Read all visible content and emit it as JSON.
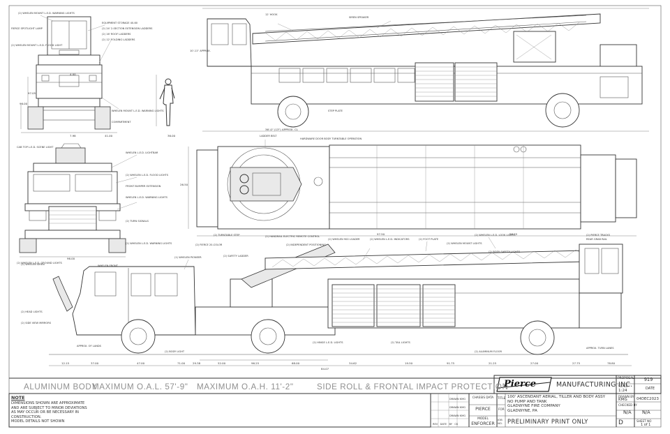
{
  "banners": {
    "body": "ALUMINUM BODY",
    "oal": "MAXIMUM O.A.L. 57'-9\"",
    "oah": "MAXIMUM O.A.H. 11'-2\"",
    "protection": "SIDE ROLL & FRONTAL IMPACT PROTECTION"
  },
  "note": {
    "heading": "NOTE",
    "lines": [
      "DIMENSIONS SHOWN ARE APPROXIMATE",
      "AND ARE SUBJECT TO MINOR DEVIATIONS",
      "AS MAY OCCUR OR BE NECESSARY IN",
      "CONSTRUCTION.",
      "MODEL DETAILS NOT SHOWN"
    ]
  },
  "title_block": {
    "logo": "Pierce",
    "company": "MANUFACTURING INC.",
    "proposal_label": "PROPOSAL",
    "proposal_number": "919",
    "scale_label": "SCALE",
    "scale": "1:24",
    "date_label": "DATE",
    "date": "04DEC2023",
    "drawn_label": "DRAWN BY",
    "drawn_by": "KMG",
    "checked_label": "CHECKED BY",
    "checked_by": "N/A",
    "sheet_label": "SHEET NO",
    "sheet": "1 of 1",
    "size": "D",
    "chassis_label": "CHASSIS DATA",
    "chassis": "PIERCE",
    "model_label": "MODEL",
    "model": "ENFORCER",
    "title_label": "TITLE",
    "title_lines": [
      "100' ASCENDANT AERIAL, TILLER AND BODY ASSY",
      "NO PUMP AND TANK"
    ],
    "for_label": "FOR",
    "customer": "GLADWYNE FIRE COMPANY",
    "location": "GLADWYNE, PA",
    "job_label": "JOB NO.",
    "status": "PRELIMINARY PRINT ONLY",
    "revisions": [
      {
        "rev": "",
        "note": "DRAWN KMG",
        "date": ""
      },
      {
        "rev": "",
        "note": "DRAWN KMG",
        "date": ""
      },
      {
        "rev": "",
        "note": "DRAWN KMG",
        "date": ""
      }
    ],
    "rev_headers": [
      "REV",
      "DATE",
      "BY",
      "CK"
    ]
  },
  "callouts": {
    "top_front_1": "(2) WHELEN MOUNT L.E.D. WARNING LIGHTS",
    "top_front_2": "FIERCE SPOTLIGHT LAMP",
    "top_front_3": "(2) WHELEN MOUNT L.E.D. FLOOD LIGHT",
    "top_front_4": "SIREN SPEAKER",
    "equipment": "EQUIPMENT STORAGE 40-60",
    "ladders": "(2) 24' 2-SECTION EXTENSION LADDERS",
    "side_top_1": "(2) 16' ROOF LADDERS",
    "side_top_2": "(2) 12' FOLDING LADDERS",
    "hose": "12' HOOK",
    "warning_light": "WHELEN MOUNT L.E.D. WARNING LIGHTS",
    "height_note": "10'-11\" APPROX.",
    "step_note": "STEP PLATE",
    "compartment": "COMPARTMENT",
    "front_upper": "CAB TOP L.E.D. SCENE LIGHT",
    "front_light_bar": "WHELEN L.E.D. LIGHTBAR",
    "front_flood": "(2) WHELEN L.E.D. FLOOD LIGHTS",
    "front_pump": "FRONT BUMPER EXTENSION",
    "front_warning": "WHELEN L.E.D. WARNING LIGHTS",
    "front_turn": "(2) TURN SIGNALS",
    "front_lower": "(2) WHELEN L.E.D. WARNING LIGHTS",
    "front_bottom": "(2) WHELEN L.E.D. GROUND LIGHTS",
    "plan_1": "LADDER BELT",
    "plan_2": "HARDWARE DOOR BODY TURNTABLE OPERATION",
    "plan_3": "(2) TURNTABLE STEP",
    "plan_4": "(2) HANDRAIL ELECTRIC REMOTE CONTROL",
    "plan_5": "(2) WHELEN 900 LOADER",
    "plan_6": "(2) WHELEN L.E.D. INDICATORS",
    "plan_7": "(2) FOOT PLATE",
    "plan_8": "(2) WHELEN L.E.D. LOOK LIGHTS",
    "plan_9": "(2) PIERCE TRACKS",
    "lower_1": "(1) WHELEN PIONEER",
    "lower_2": "(2) FIERCE 20-COLOR",
    "lower_3": "(2) SAFETY LADDER",
    "lower_4": "(2) INDEPENDENT POSITIONING",
    "lower_5": "(2) WHELEN SIREN",
    "lower_6": "(2) HEAD LIGHTS",
    "lower_7": "(2) SIDE VIEW MIRRORS",
    "lower_8": "APPROX. OF LANDS",
    "lower_9": "(2) BODY LIGHT",
    "lower_10": "(2) HINGE L.E.D. LIGHTS",
    "lower_11": "(2) TAIL LIGHTS",
    "lower_12": "APPROX. TURN LANES",
    "lower_13": "(2) ALUMINUM FLOOR",
    "lower_14": "(2) WHELEN MOUNT LIGHTS",
    "lower_15": "REAR GRAB RAIL",
    "lower_16": "(2) BODY SAFETY LIGHTS",
    "lower_17": "WHELEN FRONT",
    "dim_total": "36'-0\" (13\") APPROX. CL",
    "dim_a": "12.15",
    "dim_b": "37.00",
    "dim_c": "47.00",
    "dim_d": "71.00",
    "dim_e": "52.00",
    "dim_f": "96.25",
    "dim_g": "68.00",
    "dim_h": "19.50",
    "dim_i": "4.00",
    "dim_j": "7.98",
    "dim_k": "26.50",
    "dim_l": "97.50",
    "dim_m": "96.00",
    "dim_n": "96.00",
    "dim_o": "97.05",
    "dim_p": "29.38",
    "dim_q": "21.25",
    "dim_r": "27.00",
    "dim_s": "27.75",
    "dim_t": "91.75",
    "dim_u": "34.62",
    "dim_v": "84.07",
    "dim_w": "78.80",
    "dim_x": "36.00",
    "dim_y": "41.00",
    "dim_z": "98.25"
  }
}
